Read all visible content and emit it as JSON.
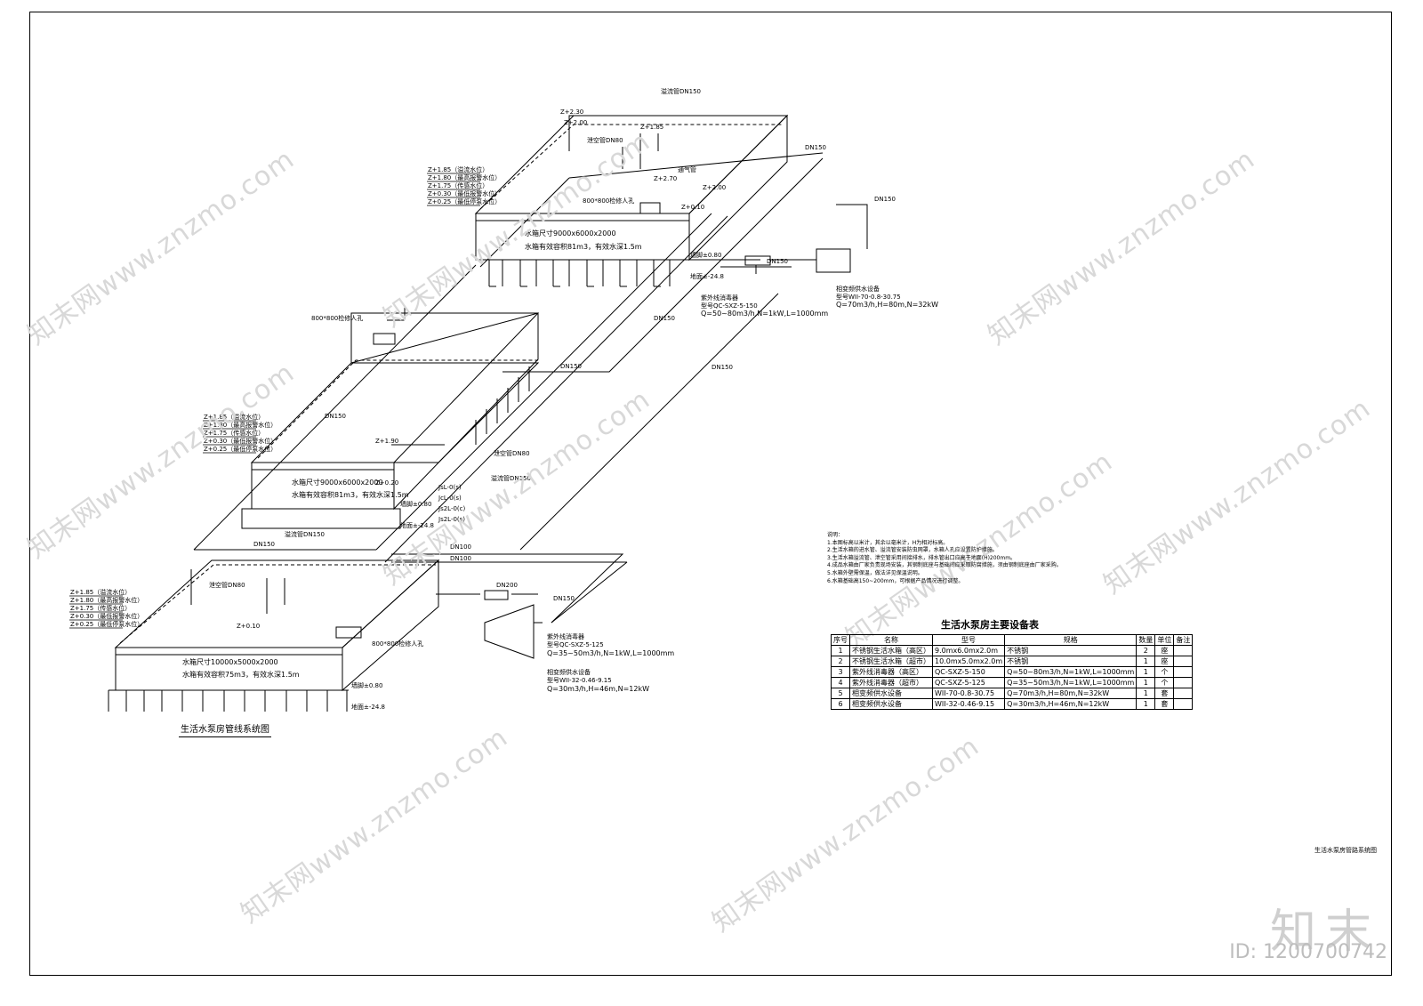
{
  "drawing": {
    "main_caption": "生活水泵房管线系统图",
    "corner_title": "生活水泵房管路系统图",
    "tanks": [
      {
        "size": "水箱尺寸9000x6000x2000",
        "capacity": "水箱有效容积81m3，有效水深1.5m",
        "levels": [
          "Z+1.85（溢流水位）",
          "Z+1.80（最高报警水位）",
          "Z+1.75（传感水位）",
          "Z+0.30（最低报警水位）",
          "Z+0.25（最低停泵水位）"
        ],
        "overflow": "溢流管DN150",
        "drain": "泄空管DN80",
        "manhole": "800*800检修人孔",
        "vent": "通气管",
        "base": "墙脚±0.80",
        "floor": "地面±-24.8"
      },
      {
        "size": "水箱尺寸9000x6000x2000",
        "capacity": "水箱有效容积81m3，有效水深1.5m",
        "levels": [
          "Z+1.85（溢流水位）",
          "Z+1.80（最高报警水位）",
          "Z+1.75（传感水位）",
          "Z+0.30（最低报警水位）",
          "Z+0.25（最低停泵水位）"
        ],
        "overflow": "溢流管DN150",
        "drain": "泄空管DN80",
        "manhole": "800*800检修人孔",
        "risers": [
          "JsL-0(s)",
          "JcL-0(s)",
          "Js2L-0(c)",
          "Js2L-0(s)"
        ],
        "base": "墙脚±0.80",
        "floor": "地面±-24.8"
      },
      {
        "size": "水箱尺寸10000x5000x2000",
        "capacity": "水箱有效容积75m3，有效水深1.5m",
        "levels": [
          "Z+1.85（溢流水位）",
          "Z+1.80（最高报警水位）",
          "Z+1.75（传感水位）",
          "Z+0.30（最低报警水位）",
          "Z+0.25（最低停泵水位）"
        ],
        "overflow": "溢流管DN150",
        "drain": "泄空管DN80",
        "manhole": "800*800检修人孔",
        "base": "墙脚±0.80",
        "floor": "地面±-24.8"
      }
    ],
    "pipe_labels": [
      "DN150",
      "DN150",
      "DN150",
      "DN150",
      "DN150",
      "DN150",
      "DN100",
      "DN100",
      "DN200",
      "DN150",
      "DN150",
      "DN150"
    ],
    "elevations": [
      "Z+2.30",
      "Z+2.00",
      "Z+1.85",
      "Z+1.90",
      "Z+2.70",
      "Z+2.00",
      "Z+0.10",
      "Z+0.20",
      "Z+0.10"
    ],
    "equipment_notes": [
      {
        "title": "紫外线消毒器",
        "model": "型号QC-SXZ-5-150",
        "spec": "Q=50~80m3/h,N=1kW,L=1000mm"
      },
      {
        "title": "紫外线消毒器",
        "model": "型号QC-SXZ-5-125",
        "spec": "Q=35~50m3/h,N=1kW,L=1000mm"
      },
      {
        "title": "相变频供水设备",
        "model": "型号WII-70-0.8-30.75",
        "spec": "Q=70m3/h,H=80m,N=32kW"
      },
      {
        "title": "相变频供水设备",
        "model": "型号WII-32-0.46-9.15",
        "spec": "Q=30m3/h,H=46m,N=12kW"
      }
    ]
  },
  "notes": {
    "heading": "说明：",
    "items": [
      "1.本图标高以米计，其余以毫米计，H为相对标高。",
      "2.生活水箱的进水管、溢流管安装防虫网罩，水箱人孔应设置防护措施。",
      "3.生活水箱溢流管、泄空管采用间接排水，排水管出口应高于地面(H)200mm。",
      "4.成品水箱由厂家负责现场安装，其钢制底座与基础间应采取防腐措施，须由钢制底座由厂家采购。",
      "5.水箱外壁需保温，做法详见保温说明。",
      "6.水箱基础高150~200mm，可根据产品情况进行调整。"
    ]
  },
  "equipment_table": {
    "title": "生活水泵房主要设备表",
    "headers": [
      "序号",
      "名称",
      "型号",
      "规格",
      "数量",
      "单位",
      "备注"
    ],
    "rows": [
      [
        "1",
        "不锈钢生活水箱（高区）",
        "9.0mx6.0mx2.0m",
        "不锈钢",
        "2",
        "座",
        ""
      ],
      [
        "2",
        "不锈钢生活水箱（超市）",
        "10.0mx5.0mx2.0m",
        "不锈钢",
        "1",
        "座",
        ""
      ],
      [
        "3",
        "紫外线消毒器（高区）",
        "QC-SXZ-5-150",
        "Q=50~80m3/h,N=1kW,L=1000mm",
        "1",
        "个",
        ""
      ],
      [
        "4",
        "紫外线消毒器（超市）",
        "QC-SXZ-5-125",
        "Q=35~50m3/h,N=1kW,L=1000mm",
        "1",
        "个",
        ""
      ],
      [
        "5",
        "相变频供水设备",
        "WII-70-0.8-30.75",
        "Q=70m3/h,H=80m,N=32kW",
        "1",
        "套",
        ""
      ],
      [
        "6",
        "相变频供水设备",
        "WII-32-0.46-9.15",
        "Q=30m3/h,H=46m,N=12kW",
        "1",
        "套",
        ""
      ]
    ]
  },
  "watermark": {
    "text": "知末网www.znzmo.com",
    "brand": "知末",
    "id": "ID: 1200700742"
  }
}
